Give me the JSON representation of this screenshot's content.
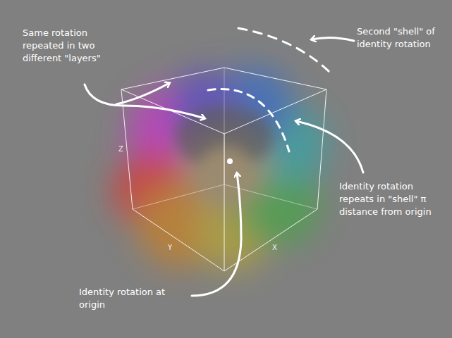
{
  "diagram": {
    "labels": [
      "Same rotation repeated in two different \"layers\"",
      "Second \"shell\" of identity rotation",
      "Identity rotation repeats in \"shell\" π distance from origin",
      "Identity rotation at origin",
      "Z",
      "Y",
      "X"
    ]
  }
}
